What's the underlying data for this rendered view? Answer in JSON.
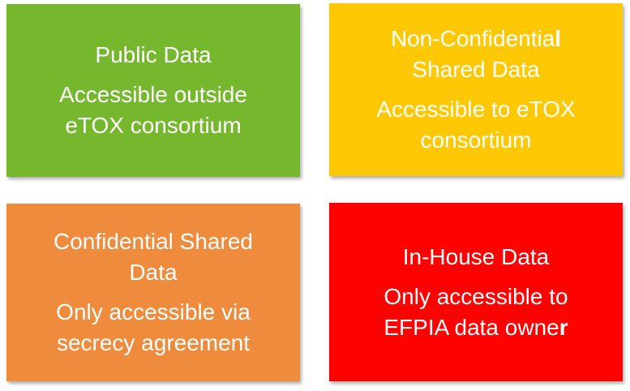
{
  "canvas": {
    "background_color": "#FFFFFF",
    "text_color": "#FFFFFF"
  },
  "cards": [
    {
      "name": "public-data",
      "color": "#76B82D",
      "title": "Public Data",
      "title_bold": "",
      "title_rest": "",
      "body": "Accessible outside\neTOX consortium",
      "body_bold": ""
    },
    {
      "name": "non-confidential-shared-data",
      "color": "#FFC805",
      "title": "Non-Confidentia",
      "title_bold": "l",
      "title_rest": "\nShared Data",
      "body": "Accessible to eTOX\nconsortium",
      "body_bold": ""
    },
    {
      "name": "confidential-shared-data",
      "color": "#EF8B3C",
      "title": "Confidential Shared\nData",
      "title_bold": "",
      "title_rest": "",
      "body": "Only accessible via\nsecrecy agreement",
      "body_bold": ""
    },
    {
      "name": "in-house-data",
      "color": "#FE0101",
      "title": "In-House Data",
      "title_bold": "",
      "title_rest": "",
      "body": "Only accessible to\nEFPIA data owne",
      "body_bold": "r"
    }
  ]
}
